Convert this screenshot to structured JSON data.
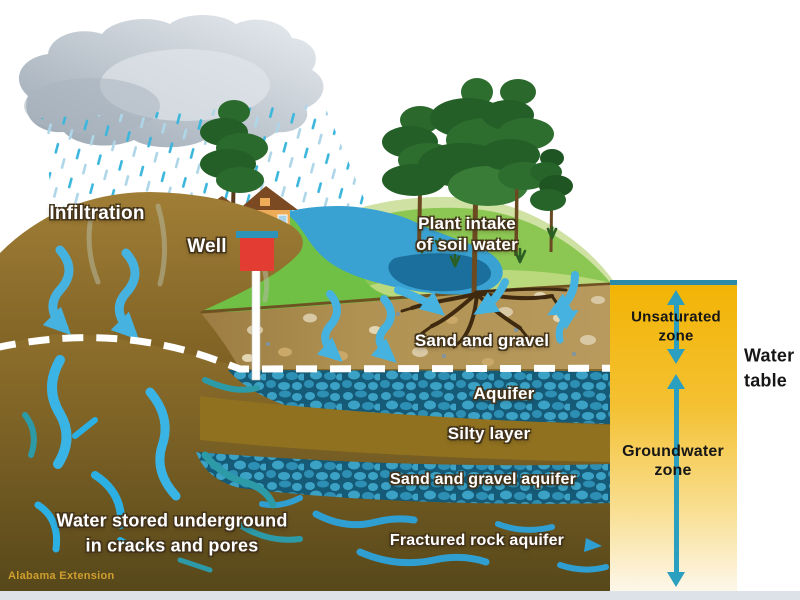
{
  "diagram": {
    "description_labels": {
      "infiltration": "Infiltration",
      "well": "Well",
      "plant_intake_1": "Plant intake",
      "plant_intake_2": "of soil water",
      "sand_and_gravel": "Sand and gravel",
      "aquifer": "Aquifer",
      "silty_layer": "Silty layer",
      "sand_and_gravel_aquifer": "Sand and gravel aquifer",
      "fractured_rock_aquifer": "Fractured rock aquifer",
      "water_stored_1": "Water stored underground",
      "water_stored_2": "in cracks and pores"
    },
    "zone_panel": {
      "unsaturated_1": "Unsaturated",
      "unsaturated_2": "zone",
      "groundwater_1": "Groundwater",
      "groundwater_2": "zone",
      "panel_yellow": "#f2b405",
      "panel_border_teal": "#2a8aa8",
      "arrow_teal": "#2a9fc0"
    },
    "water_table": {
      "line1": "Water",
      "line2": "table",
      "dash_color": "#ffffff"
    },
    "credit": "Alabama Extension",
    "colors": {
      "cloud_gray": "#aab4c0",
      "rain_cyan": "#3cb6dc",
      "rain_pale": "#aed6e8",
      "grass_green": "#6fc045",
      "grass_pale": "#cfe2a4",
      "soil_tan": "#b09253",
      "hill_brown": "#9a7830",
      "aquifer_blue": "#3ba2c6",
      "aquifer_dark": "#155a76",
      "silty_olive": "#8f7120",
      "rock_brown": "#5a4a1c",
      "water_blue": "#3aa2d2",
      "flow_arrow_blue": "#46b2e0",
      "well_red": "#e33c33",
      "credit_gold": "#cf9f2e"
    }
  }
}
